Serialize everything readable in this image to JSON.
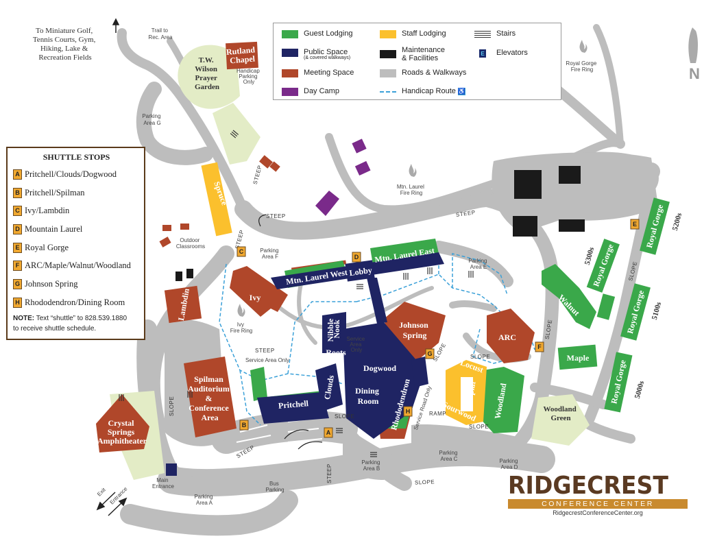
{
  "legend": {
    "guest_lodging": "Guest Lodging",
    "staff_lodging": "Staff Lodging",
    "stairs": "Stairs",
    "public_space": "Public Space",
    "public_space_sub": "(& covered walkways)",
    "maintenance": "Maintenance",
    "maintenance_2": "& Facilities",
    "elevators": "Elevators",
    "elevator_glyph": "E",
    "meeting_space": "Meeting Space",
    "roads": "Roads & Walkways",
    "day_camp": "Day Camp",
    "handicap_route": "Handicap Route",
    "handicap_glyph": "♿"
  },
  "colors": {
    "guest_lodging": "#3aa84a",
    "staff_lodging": "#fbc02d",
    "public_space": "#1f2463",
    "maintenance": "#1a1a1a",
    "meeting_space": "#b0472a",
    "roads": "#bdbdbd",
    "day_camp": "#7a2a8a",
    "handicap_route": "#3aa0d8",
    "garden": "#e3ecc6",
    "stop_badge": "#f0a830",
    "logo_brown": "#5a3a22",
    "logo_gold": "#c98a2e"
  },
  "shuttle": {
    "title": "SHUTTLE STOPS",
    "stops": [
      {
        "code": "A",
        "name": "Pritchell/Clouds/Dogwood"
      },
      {
        "code": "B",
        "name": "Pritchell/Spilman"
      },
      {
        "code": "C",
        "name": "Ivy/Lambdin"
      },
      {
        "code": "D",
        "name": "Mountain Laurel"
      },
      {
        "code": "E",
        "name": "Royal Gorge"
      },
      {
        "code": "F",
        "name": "ARC/Maple/Walnut/Woodland"
      },
      {
        "code": "G",
        "name": "Johnson Spring"
      },
      {
        "code": "H",
        "name": "Rhododendron/Dining Room"
      }
    ],
    "note_label": "NOTE:",
    "note_text": "Text “shuttle” to 828.539.1880",
    "note_text_2": "to receive shuttle schedule."
  },
  "logo": {
    "title": "RIDGECREST",
    "subtitle": "CONFERENCE CENTER",
    "url": "RidgecrestConferenceCenter.org"
  },
  "map_text": {
    "mini_golf": [
      "To Miniature Golf,",
      "Tennis Courts, Gym,",
      "Hiking, Lake &",
      "Recreation Fields"
    ],
    "trail": [
      "Trail to",
      "Rec. Area"
    ],
    "tw_wilson": [
      "T.W.",
      "Wilson",
      "Prayer",
      "Garden"
    ],
    "rutland": [
      "Rutland",
      "Chapel"
    ],
    "handicap_parking": [
      "Handicap",
      "Parking",
      "Only"
    ],
    "parking_g": [
      "Parking",
      "Area G"
    ],
    "royal_gorge_fire": [
      "Royal Gorge",
      "Fire Ring"
    ],
    "north": "N",
    "spruce": "Spruce",
    "steep_1": "STEEP",
    "steep_2": "STEEP",
    "steep_3": "STEEP",
    "steep_4": "STEEP",
    "steep_5": "STEEP",
    "steep_6": "STEEP",
    "steep_7": "STEEP",
    "mtn_laurel_fire": [
      "Mtn. Laurel",
      "Fire Ring"
    ],
    "outdoor_classrooms": [
      "Outdoor",
      "Classrooms"
    ],
    "parking_f": [
      "Parking",
      "Area F"
    ],
    "mtn_laurel_west": "Mtn. Laurel West",
    "lobby": "Lobby",
    "mtn_laurel_east": "Mtn. Laurel East",
    "parking_e": [
      "Parking",
      "Area E"
    ],
    "ivy": "Ivy",
    "lambdin": "Lambdin",
    "ivy_fire": [
      "Ivy",
      "Fire Ring"
    ],
    "nibble_nook": [
      "Nibble",
      "Nook"
    ],
    "roots": "Roots",
    "service_area_only": [
      "Service",
      "Area",
      "Only"
    ],
    "johnson_spring": [
      "Johnson",
      "Spring"
    ],
    "arc": "ARC",
    "walnut": "Walnut",
    "maple": "Maple",
    "royal_5300": "Royal Gorge",
    "royal_5200": "Royal Gorge",
    "royal_5100": "Royal Gorge",
    "royal_5000": "Royal Gorge",
    "n5300": "5300s",
    "n5200": "5200s",
    "n5100": "5100s",
    "n5000": "5000s",
    "service_area_only_2": "Service Area Only",
    "spilman": [
      "Spilman",
      "Auditorium",
      "&",
      "Conference",
      "Area"
    ],
    "pritchell": "Pritchell",
    "clouds": "Clouds",
    "dogwood": "Dogwood",
    "dining_room": [
      "Dining",
      "Room"
    ],
    "rhododendron": "Rhododendron",
    "service_road_only": "Service Road Only",
    "locust": "Locust",
    "poplar": "Poplar",
    "sourwood": "Sourwood",
    "woodland": "Woodland",
    "woodland_green": [
      "Woodland",
      "Green"
    ],
    "crystal_springs": [
      "Crystal",
      "Springs",
      "Amphitheater"
    ],
    "slope_1": "SLOPE",
    "slope_2": "SLOPE",
    "slope_3": "SLOPE",
    "slope_4": "SLOPE",
    "slope_5": "SLOPE",
    "slope_6": "SLOPE",
    "slope_7": "SLOPE",
    "slope_8": "SLOPE",
    "ramp": "RAMP",
    "parking_a": [
      "Parking",
      "Area A"
    ],
    "parking_b": [
      "Parking",
      "Area B"
    ],
    "parking_c": [
      "Parking",
      "Area C"
    ],
    "parking_d": [
      "Parking",
      "Area D"
    ],
    "bus_parking": [
      "Bus",
      "Parking"
    ],
    "main_entrance": [
      "Main",
      "Entrance"
    ],
    "exit": "Exit",
    "entrance": "Entrance",
    "stop_A": "A",
    "stop_B": "B",
    "stop_C": "C",
    "stop_D": "D",
    "stop_E": "E",
    "stop_F": "F",
    "stop_G": "G",
    "stop_H": "H"
  }
}
